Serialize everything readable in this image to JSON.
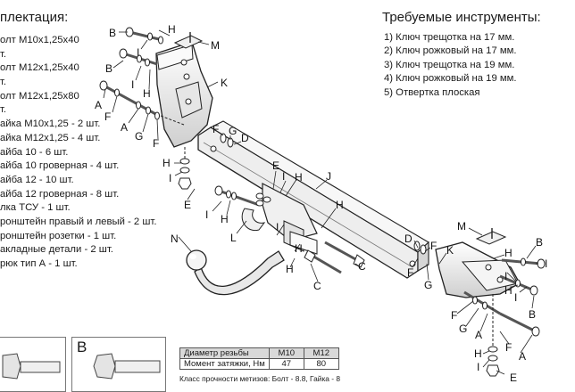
{
  "kit": {
    "heading": "плектация:",
    "items": [
      "олт М10х1,25х40",
      "т.",
      "олт М12х1,25х40",
      "т.",
      "олт М12х1,25х80",
      "т.",
      "айка М10х1,25 - 2 шт.",
      "айка М12х1,25 - 4 шт.",
      "айба 10 - 6 шт.",
      "айба 10 гроверная - 4 шт.",
      "айба 12 - 10 шт.",
      "айба 12 гроверная - 8 шт.",
      "лка ТСУ - 1 шт.",
      "ронштейн правый и левый - 2 шт.",
      "ронштейн розетки - 1 шт.",
      "акладные детали - 2 шт.",
      "рюк тип А - 1 шт."
    ]
  },
  "tools": {
    "heading": "Требуемые инструменты:",
    "items": [
      "1) Ключ трещотка на 17 мм.",
      "2) Ключ рожковый на 17 мм.",
      "3) Ключ трещотка на 19 мм.",
      "4) Ключ рожковый на 19 мм.",
      "5) Отвертка плоская"
    ]
  },
  "callouts": {
    "A": "A",
    "B": "B",
    "C": "C",
    "D": "D",
    "E": "E",
    "F": "F",
    "G": "G",
    "H": "H",
    "I": "I",
    "J": "J",
    "K": "K",
    "L": "L",
    "M": "M",
    "N": "N"
  },
  "boxes": {
    "b_label": "B"
  },
  "torque_table": {
    "header": [
      "Диаметр резьбы",
      "М10",
      "М12"
    ],
    "row": [
      "Момент затяжки, Нм",
      "47",
      "80"
    ]
  },
  "footnote": "Класс прочности метизов: Болт - 8.8, Гайка - 8"
}
